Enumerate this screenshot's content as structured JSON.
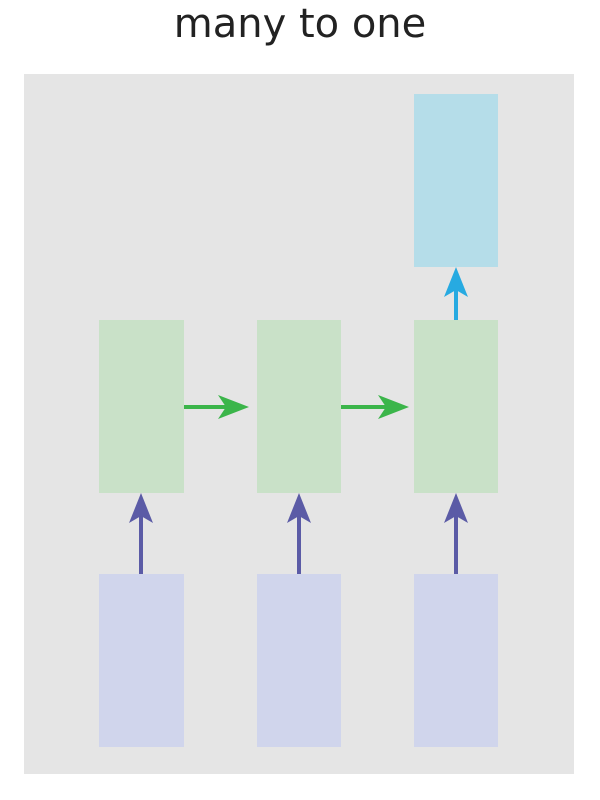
{
  "title": "many to one",
  "colors": {
    "panel": "#e5e5e5",
    "input_box": "#d0d5ec",
    "hidden_box": "#c9e1c8",
    "output_box": "#b5dde9",
    "input_arrow": "#5b5ba6",
    "recurrent_arrow": "#3bb54a",
    "output_arrow": "#27aae1"
  },
  "structure": {
    "inputs": 3,
    "hidden": 3,
    "outputs": 1
  }
}
